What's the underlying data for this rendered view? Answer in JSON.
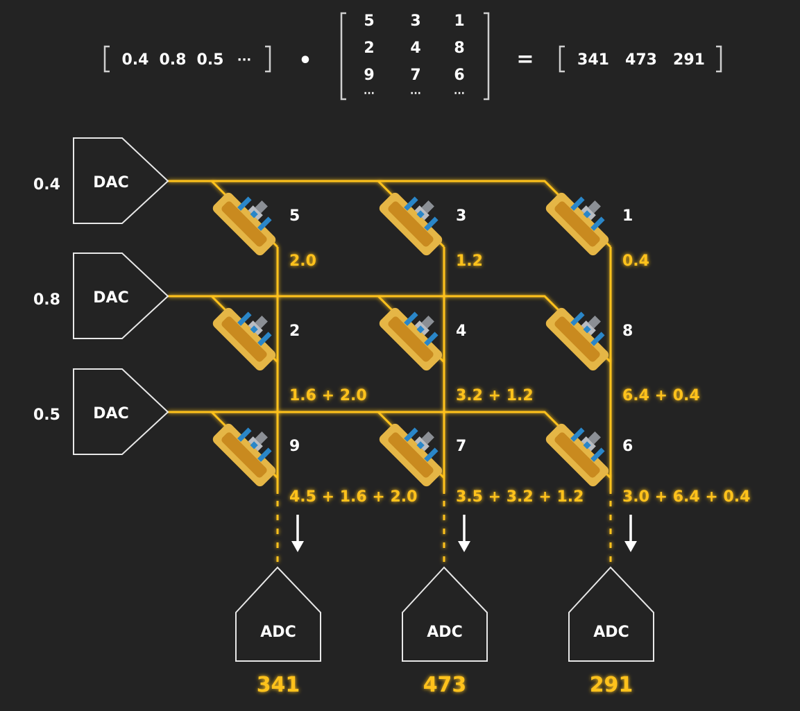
{
  "equation": {
    "input_vector": [
      "0.4",
      "0.8",
      "0.5",
      "···"
    ],
    "dot": "•",
    "matrix": [
      [
        "5",
        "3",
        "1"
      ],
      [
        "2",
        "4",
        "8"
      ],
      [
        "9",
        "7",
        "6"
      ],
      [
        "···",
        "···",
        "···"
      ]
    ],
    "equals": "=",
    "result_vector": [
      "341",
      "473",
      "291"
    ]
  },
  "rows": [
    {
      "input": "0.4",
      "dac_label": "DAC"
    },
    {
      "input": "0.8",
      "dac_label": "DAC"
    },
    {
      "input": "0.5",
      "dac_label": "DAC"
    }
  ],
  "weights": [
    [
      "5",
      "3",
      "1"
    ],
    [
      "2",
      "4",
      "8"
    ],
    [
      "9",
      "7",
      "6"
    ]
  ],
  "partial_sums": [
    [
      "2.0",
      "1.2",
      "0.4"
    ],
    [
      "1.6 + 2.0",
      "3.2 + 1.2",
      "6.4 + 0.4"
    ],
    [
      "4.5 + 1.6 + 2.0",
      "3.5 + 3.2 + 1.2",
      "3.0 + 6.4 + 0.4"
    ]
  ],
  "columns": [
    {
      "adc_label": "ADC",
      "output": "341"
    },
    {
      "adc_label": "ADC",
      "output": "473"
    },
    {
      "adc_label": "ADC",
      "output": "291"
    }
  ],
  "colors": {
    "background": "#232323",
    "wire": "#ffc21a",
    "text": "#ffffff",
    "resistor_body": "#e5b646",
    "resistor_blue": "#2a86c8"
  }
}
